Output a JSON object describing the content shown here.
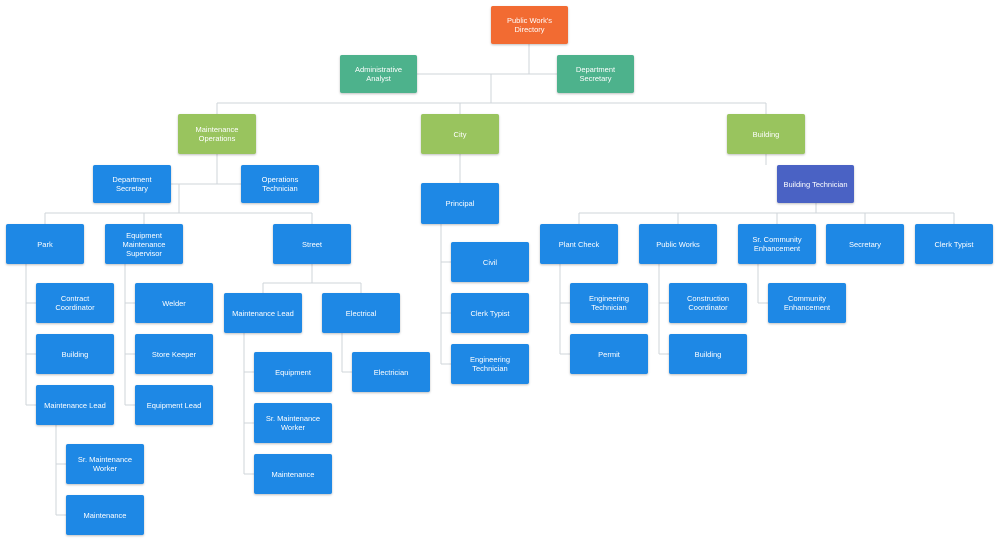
{
  "colors": {
    "root": "#f26b32",
    "staff": "#4db28c",
    "division": "#99c45e",
    "unit": "#1e88e5",
    "technician": "#4a62c4",
    "connector": "#cfd4da"
  },
  "nodes": {
    "root": "Public Work's Directory",
    "admin_analyst": "Administrative Analyst",
    "dept_secretary_top": "Department Secretary",
    "maintenance_operations": "Maintenance Operations",
    "city": "City",
    "building_div": "Building",
    "dept_secretary_mo": "Department Secretary",
    "operations_technician": "Operations Technician",
    "principal": "Principal",
    "building_technician": "Building Technician",
    "park": "Park",
    "equip_maint_supervisor": "Equipment Maintenance Supervisor",
    "street": "Street",
    "plant_check": "Plant Check",
    "public_works": "Public Works",
    "sr_community_enhancement": "Sr. Community Enhancement",
    "secretary": "Secretary",
    "clerk_typist_bld": "Clerk Typist",
    "contract_coordinator": "Contract Coordinator",
    "park_building": "Building",
    "park_maintenance_lead": "Maintenance Lead",
    "sr_maintenance_worker_park": "Sr. Maintenance Worker",
    "park_maintenance": "Maintenance",
    "welder": "Welder",
    "store_keeper": "Store Keeper",
    "equipment_lead": "Equipment Lead",
    "street_maintenance_lead": "Maintenance Lead",
    "electrical": "Electrical",
    "equipment": "Equipment",
    "sr_maintenance_worker_street": "Sr. Maintenance Worker",
    "street_maintenance": "Maintenance",
    "electrician": "Electrician",
    "civil": "Civil",
    "clerk_typist_city": "Clerk Typist",
    "engineering_technician_city": "Engineering Technician",
    "engineering_technician_pc": "Engineering Technician",
    "permit": "Permit",
    "construction_coordinator": "Construction Coordinator",
    "pw_building": "Building",
    "community_enhancement": "Community Enhancement"
  }
}
